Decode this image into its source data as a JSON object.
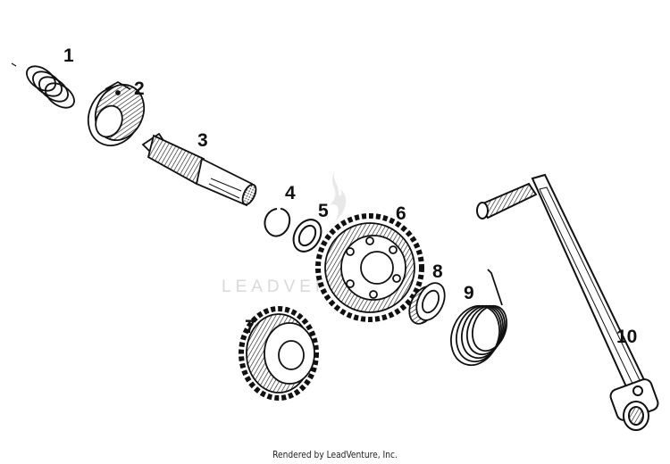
{
  "diagram": {
    "callouts": [
      {
        "id": "1",
        "label": "1"
      },
      {
        "id": "2",
        "label": "2"
      },
      {
        "id": "3",
        "label": "3"
      },
      {
        "id": "4",
        "label": "4"
      },
      {
        "id": "5",
        "label": "5"
      },
      {
        "id": "6",
        "label": "6"
      },
      {
        "id": "7",
        "label": "7"
      },
      {
        "id": "8",
        "label": "8"
      },
      {
        "id": "9",
        "label": "9"
      },
      {
        "id": "10",
        "label": "10"
      }
    ],
    "watermark": "LEADVENTURE",
    "footer": "Rendered by LeadVenture, Inc."
  },
  "colors": {
    "line": "#111111",
    "shade": "#bdbdbd",
    "watermark": "#d9d9d9"
  }
}
